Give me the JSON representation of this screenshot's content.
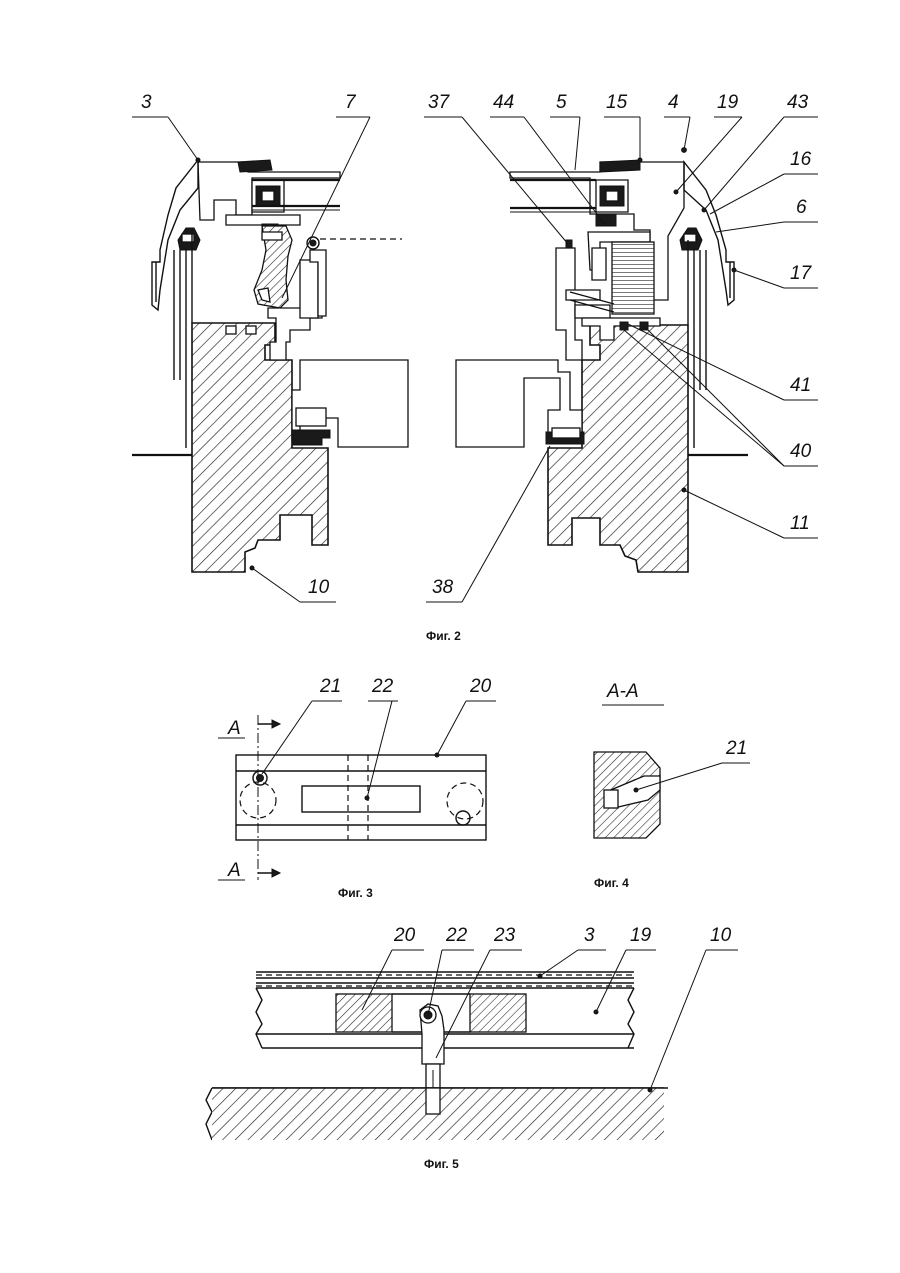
{
  "figures": {
    "fig2": {
      "caption": "Фиг. 2",
      "labels": {
        "l3": "3",
        "l7": "7",
        "l37": "37",
        "l44": "44",
        "l5": "5",
        "l15": "15",
        "l4": "4",
        "l19": "19",
        "l43": "43",
        "l16": "16",
        "l6": "6",
        "l17": "17",
        "l41": "41",
        "l40": "40",
        "l11": "11",
        "l10": "10",
        "l38": "38"
      }
    },
    "fig3": {
      "caption": "Фиг. 3",
      "labels": {
        "l21": "21",
        "l22": "22",
        "l20": "20",
        "secA_top": "A",
        "secA_bottom": "A"
      }
    },
    "fig4": {
      "caption": "Фиг. 4",
      "labels": {
        "section": "A-A",
        "l21": "21"
      }
    },
    "fig5": {
      "caption": "Фиг. 5",
      "labels": {
        "l20": "20",
        "l22": "22",
        "l23": "23",
        "l3": "3",
        "l19": "19",
        "l10": "10"
      }
    }
  }
}
